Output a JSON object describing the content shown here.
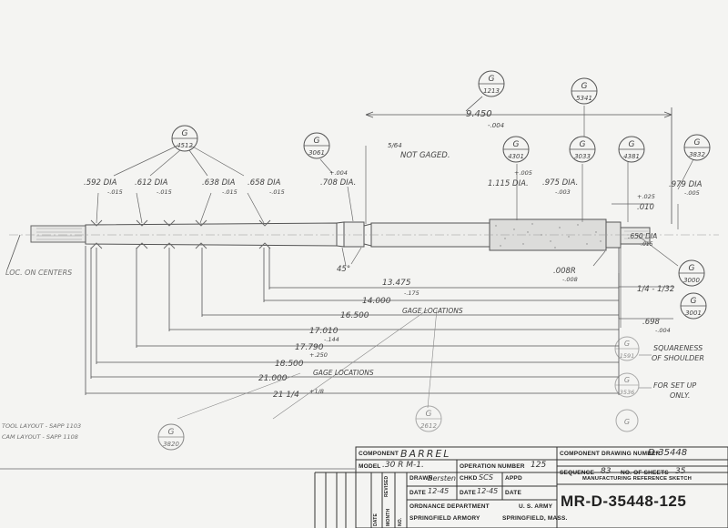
{
  "left_notes": {
    "tool_layout": "TOOL LAYOUT - SAPP 1103",
    "cam_layout": "CAM LAYOUT - SAPP 1108",
    "loc_centers": "LOC. ON CENTERS"
  },
  "balloons": {
    "b_4512": {
      "g": "G",
      "num": "4512"
    },
    "b_3061": {
      "g": "G",
      "num": "3061"
    },
    "b_1213": {
      "g": "G",
      "num": "1213"
    },
    "b_5341": {
      "g": "G",
      "num": "5341"
    },
    "b_4301a": {
      "g": "G",
      "num": "4301"
    },
    "b_3033": {
      "g": "G",
      "num": "3033"
    },
    "b_4381": {
      "g": "G",
      "num": "4381"
    },
    "b_3832": {
      "g": "G",
      "num": "3832"
    },
    "b_3000": {
      "g": "G",
      "num": "3000"
    },
    "b_3001": {
      "g": "G",
      "num": "3001"
    },
    "b_3820": {
      "g": "G",
      "num": "3820"
    },
    "b_2612": {
      "g": "G",
      "num": "2612"
    },
    "b_1591": {
      "g": "G",
      "num": "1591"
    },
    "b_3536": {
      "g": "G",
      "num": "3536"
    },
    "b_g": {
      "g": "G",
      "num": ""
    }
  },
  "dims": {
    "d1": ".592 DIA",
    "d1_tol": "-.015",
    "d2": ".612 DIA",
    "d2_tol": "-.015",
    "d3": ".638 DIA",
    "d3_tol": "-.015",
    "d4": ".658 DIA",
    "d4_tol": "-.015",
    "d5_plus": "+.004",
    "d5": ".708 DIA.",
    "d6_plus": "+.005",
    "d6": "1.115 DIA.",
    "d7": ".975 DIA.",
    "d7_tol": "-.003",
    "d8": ".979 DIA",
    "d8_tol": "-.005",
    "d9": ".650 DIA",
    "d9_tol": "-.015",
    "not_gaged_frac": "5/64",
    "not_gaged": "NOT GAGED.",
    "overall_top": "9.450",
    "overall_top_tol": "-.004",
    "plus_025": "+.025",
    "len_010": ".010",
    "radius": ".008R",
    "radius_tol": "-.008",
    "angle": "45°",
    "len_quarter": "1/4 - 1/32",
    "len_698": ".698",
    "len_698_tol": "-.004"
  },
  "lengths": [
    {
      "label": "13.475",
      "tol": "-.175"
    },
    {
      "label": "14.000",
      "tol": ""
    },
    {
      "label": "16.500",
      "tol": ""
    },
    {
      "label": "17.010",
      "tol": "-.144"
    },
    {
      "label": "17.790",
      "tol": "+.250"
    },
    {
      "label": "18.500",
      "tol": ""
    },
    {
      "label": "21.000",
      "tol": ""
    },
    {
      "label": "21 1/4",
      "tol": "+1/8"
    }
  ],
  "gage_locations": "GAGE LOCATIONS",
  "notes_right": {
    "squareness": "SQUARENESS",
    "of_shoulder": "OF SHOULDER",
    "for_setup": "FOR SET UP",
    "only": "ONLY."
  },
  "title_block": {
    "component_label": "COMPONENT",
    "component_value": "BARREL",
    "model_label": "MODEL",
    "model_value": ".30 R M-1.",
    "drawing_number_label": "COMPONENT DRAWING NUMBER",
    "drawing_number_value": "D-35448",
    "operation_number_label": "OPERATION NUMBER",
    "operation_number_value": "125",
    "sequence_label": "SEQUENCE",
    "sequence_value": "83",
    "no_of_sheets_label": "NO. OF SHEETS",
    "no_of_sheets_value": "35",
    "drawn_label": "DRAWN",
    "drawn_value": "Bersten",
    "drawn_date_label": "DATE",
    "drawn_date_value": "12-45",
    "chkd_label": "CHKD",
    "chkd_value": "SCS",
    "chkd_date_label": "DATE",
    "chkd_date_value": "12-45",
    "appd_label": "APPD",
    "appd_date_label": "DATE",
    "mrs_label": "MANUFACTURING REFERENCE SKETCH",
    "dept": "ORDNANCE DEPARTMENT",
    "army": "U. S. ARMY",
    "armory": "SPRINGFIELD ARMORY",
    "city": "SPRINGFIELD, MASS.",
    "mr_number": "MR-D-35448-125",
    "revised": "REVISED",
    "rev_cols": [
      "DATE",
      "MONTH",
      "NO."
    ]
  }
}
